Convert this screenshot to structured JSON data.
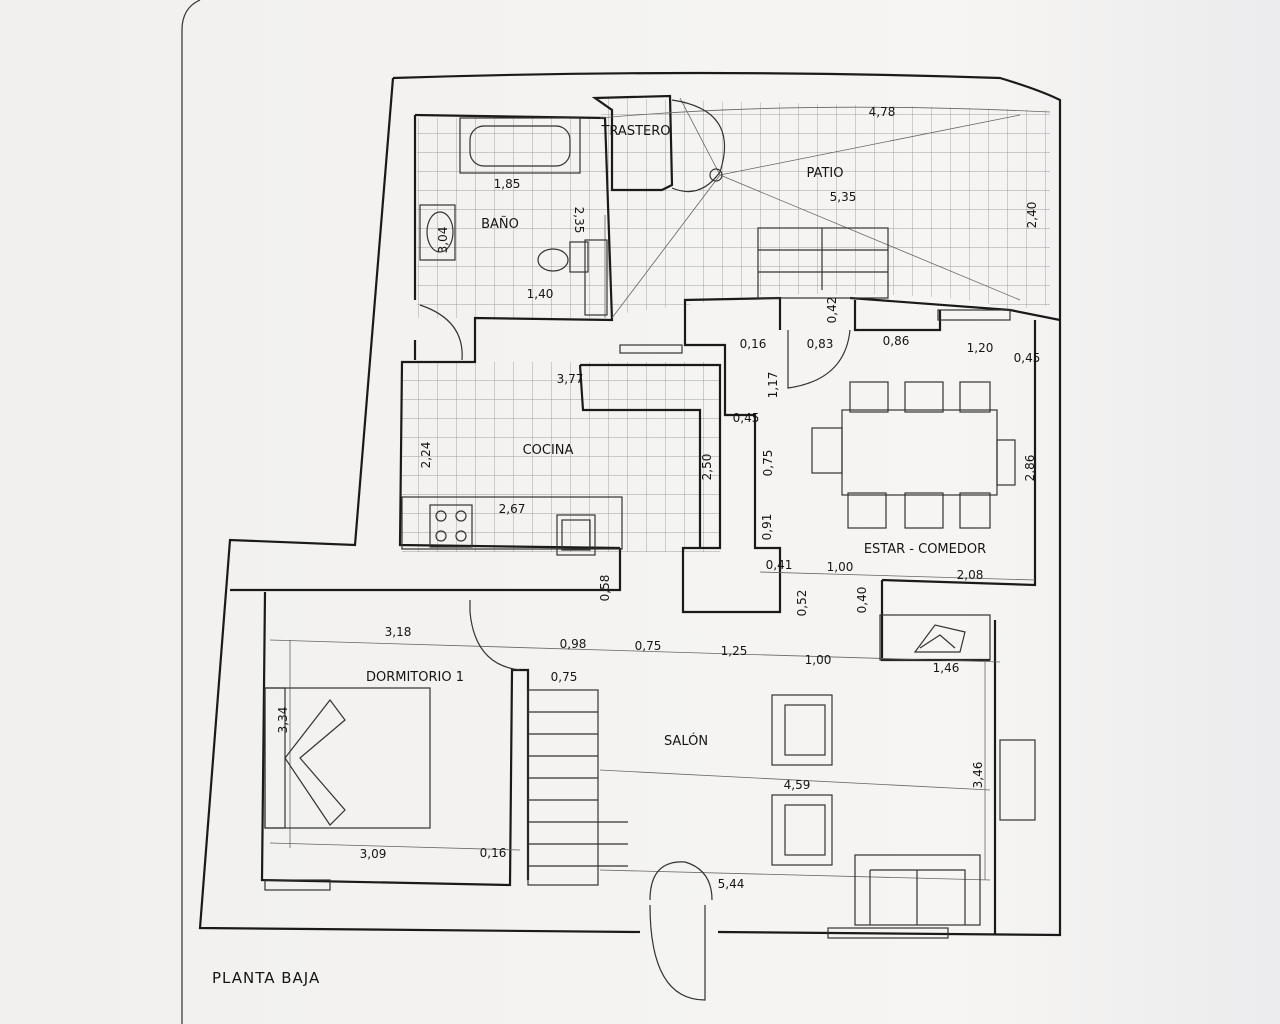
{
  "title": "PLANTA BAJA",
  "rooms": {
    "trastero": "TRASTERO",
    "patio": "PATIO",
    "bano": "BAÑO",
    "cocina": "COCINA",
    "estar_comedor": "ESTAR - COMEDOR",
    "dormitorio": "DORMITORIO 1",
    "salon": "SALÓN"
  },
  "dimensions": [
    "4,78",
    "1,85",
    "5,35",
    "1,40",
    "0,16",
    "0,83",
    "0,86",
    "1,20",
    "0,45",
    "3,77",
    "0,45",
    "2,67",
    "0,41",
    "1,00",
    "2,08",
    "3,18",
    "0,98",
    "0,75",
    "1,25",
    "1,00",
    "1,46",
    "0,75",
    "4,59",
    "3,09",
    "0,16",
    "5,44",
    "2,35",
    "3,04",
    "2,40",
    "0,42",
    "1,17",
    "2,24",
    "2,50",
    "0,75",
    "2,86",
    "0,91",
    "0,58",
    "0,52",
    "0,40",
    "3,34",
    "3,46"
  ]
}
